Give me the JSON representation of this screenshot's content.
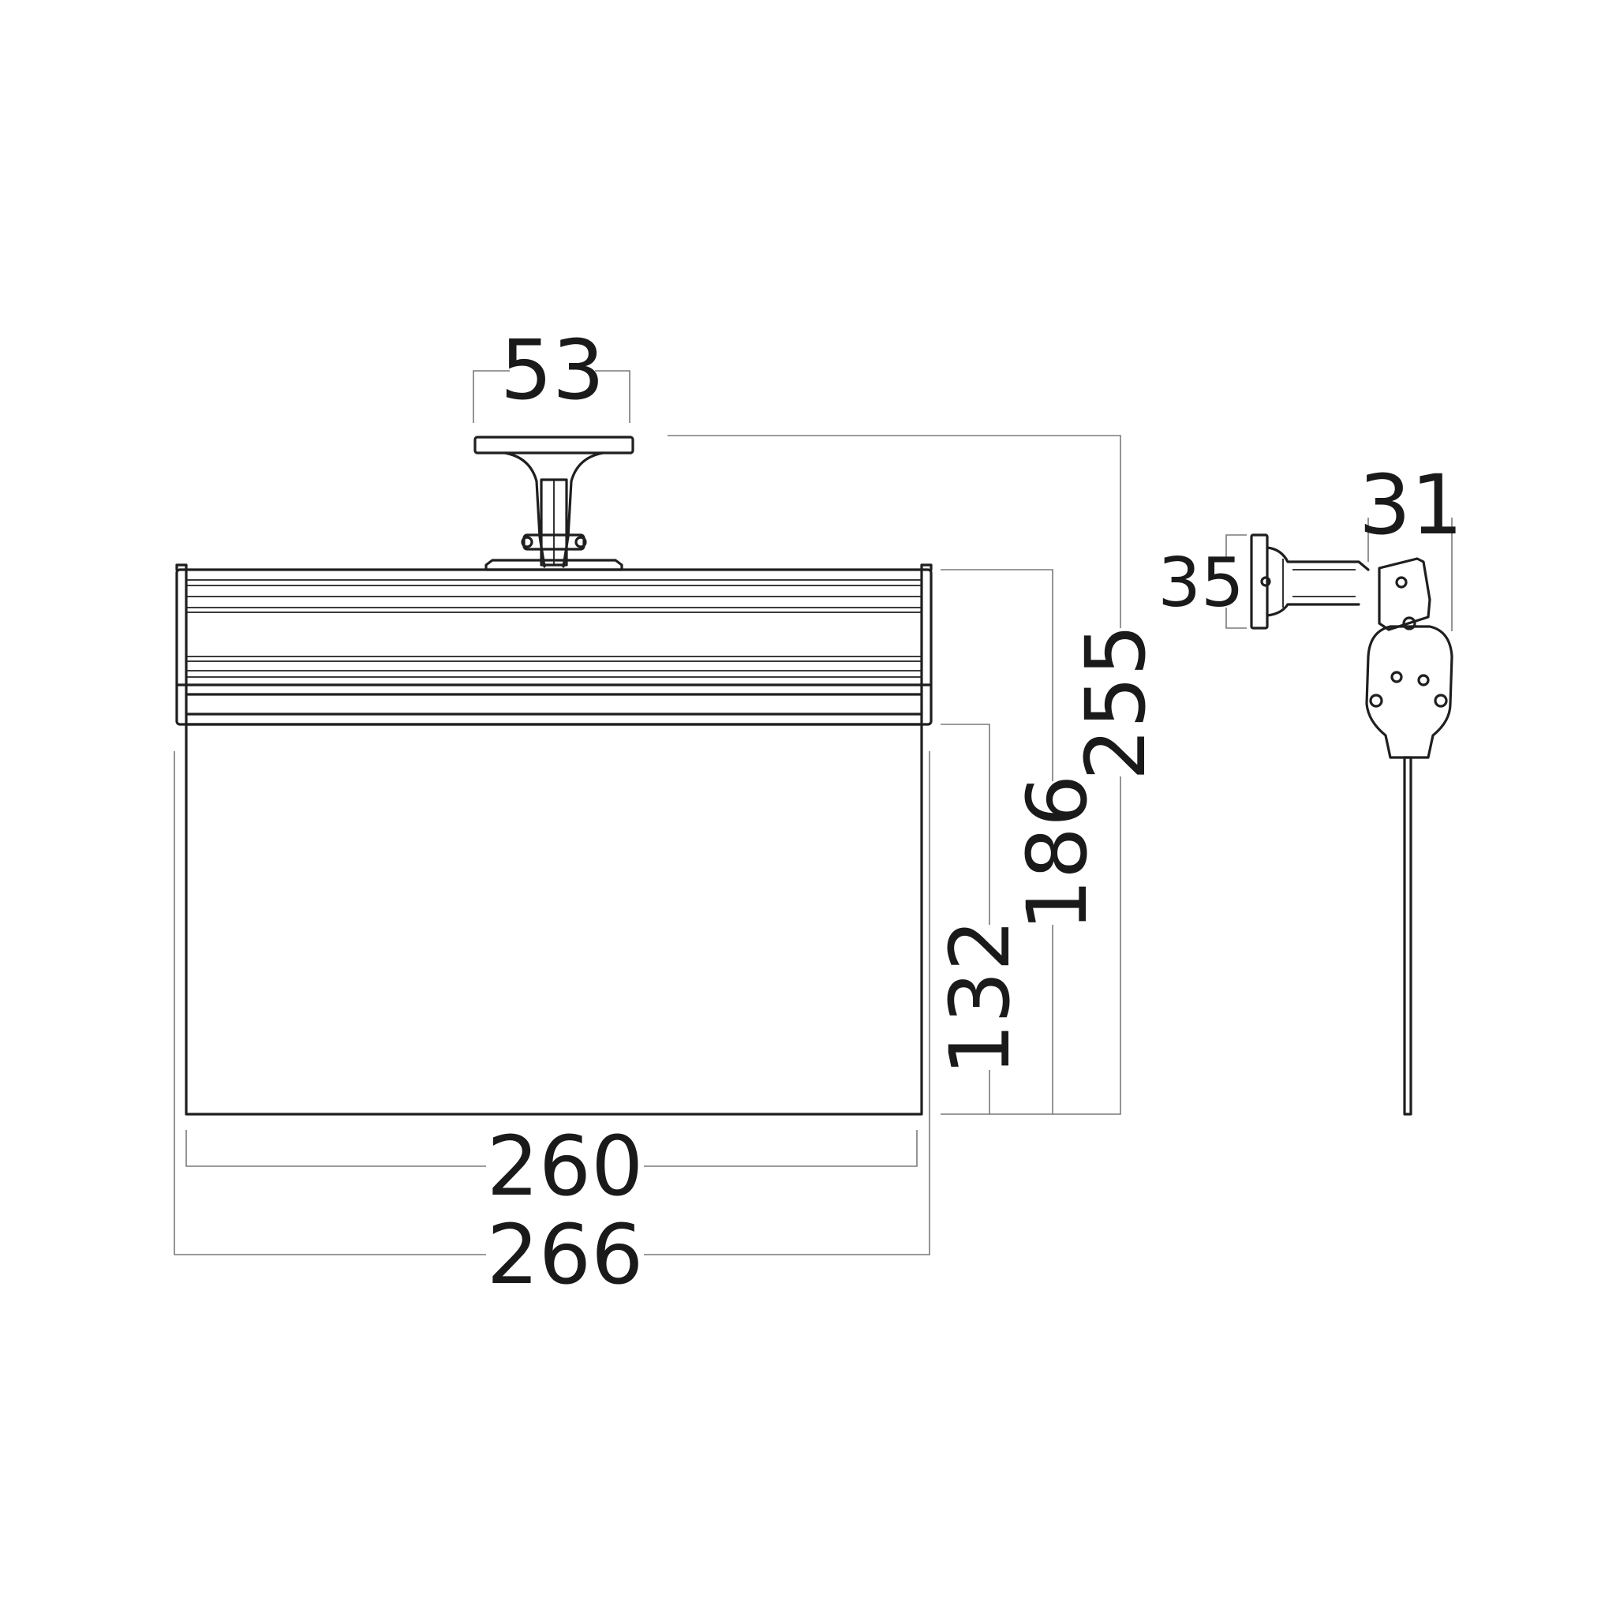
{
  "dimensions": {
    "bracket_width": "53",
    "overall_height": "255",
    "housing_height": "186",
    "panel_height": "132",
    "panel_width": "260",
    "overall_width": "266",
    "side_plate_height": "35",
    "side_depth": "31"
  },
  "colors": {
    "line": "#1f1f1f",
    "dimension_line": "#7a7a7a",
    "background": "#ffffff"
  }
}
